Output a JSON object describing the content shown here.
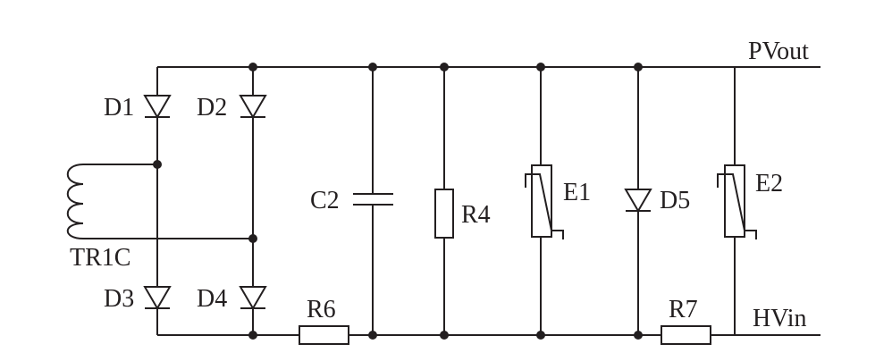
{
  "diagram": {
    "type": "circuit-schematic",
    "rails": {
      "top": "PVout",
      "bottom": "HVin"
    },
    "components": {
      "d1": "D1",
      "d2": "D2",
      "d3": "D3",
      "d4": "D4",
      "d5": "D5",
      "transformer": "TR1C",
      "capacitor": "C2",
      "r4": "R4",
      "r6": "R6",
      "r7": "R7",
      "e1": "E1",
      "e2": "E2"
    }
  }
}
